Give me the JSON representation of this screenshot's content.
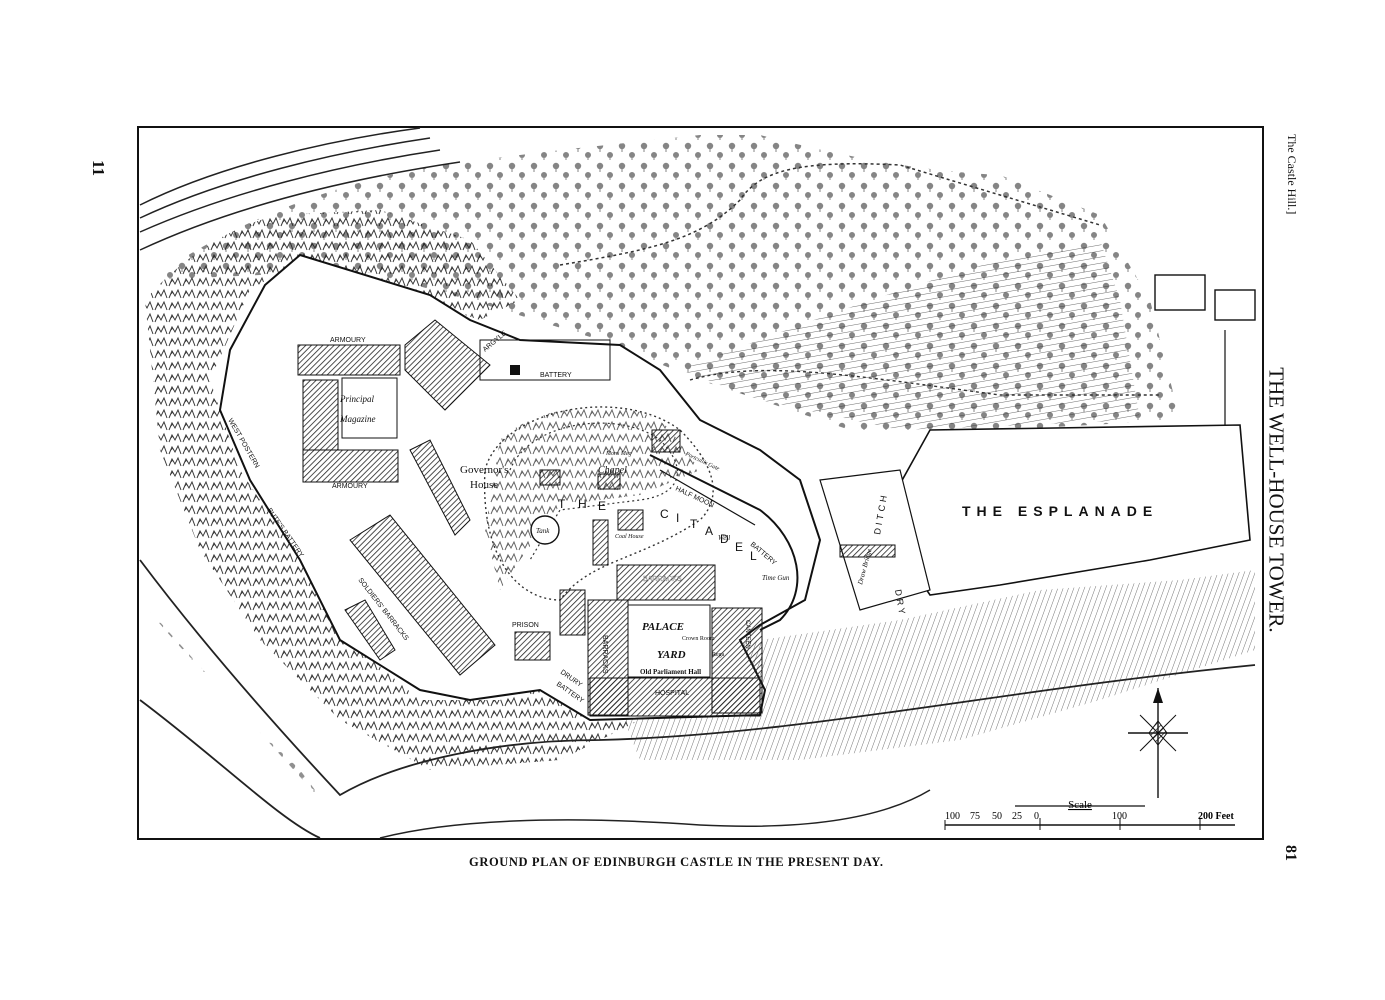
{
  "page": {
    "left_page_number": "11",
    "right_page_number": "81",
    "section_header": "The Castle Hill.]",
    "running_title": "THE WELL-HOUSE TOWER.",
    "caption": "GROUND PLAN OF EDINBURGH CASTLE IN THE PRESENT DAY."
  },
  "map": {
    "labels": {
      "armoury_top": "ARMOURY",
      "armoury_bottom": "ARMOURY",
      "argyle": "ARGYLE",
      "battery": "BATTERY",
      "principal": "Principal",
      "magazine": "Magazine",
      "governors": "Governor's",
      "house": "House",
      "mons_meg": "Mons Meg",
      "chapel": "Chapel",
      "tank": "Tank",
      "citadel": [
        "T",
        "H",
        "E",
        "C",
        "I",
        "T",
        "A",
        "D",
        "E",
        "L"
      ],
      "coal_house": "Coal House",
      "half_moon": "HALF MOON",
      "half_moon_battery": "BATTERY",
      "well": "Well",
      "portcullis": "Portcullis Gate",
      "time_gun": "Time Gun",
      "barracks_top": "BARRACKS",
      "palace": "PALACE",
      "yard": "YARD",
      "crown_room": "Crown Room",
      "regalia": "Rega",
      "old_parliament": "Old Parliament Hall",
      "hospital": "HOSPITAL",
      "barracks_side": "BARRACKS",
      "canteen": "CANTEEN",
      "prison": "PRISON",
      "drury": "DRURY",
      "drury_battery": "BATTERY",
      "soldiers_barracks": "SOLDIERS' BARRACKS",
      "butes_battery": "BUTE'S BATTERY",
      "west_postern": "WEST POSTERN",
      "esplanade": "THE ESPLANADE",
      "ditch": "DITCH",
      "dry": "DRY",
      "draw_bridge": "Draw Bridge",
      "scale_title": "Scale",
      "scale_ticks": [
        "100",
        "75",
        "50",
        "25",
        "0",
        "100",
        "200 Feet"
      ]
    }
  }
}
